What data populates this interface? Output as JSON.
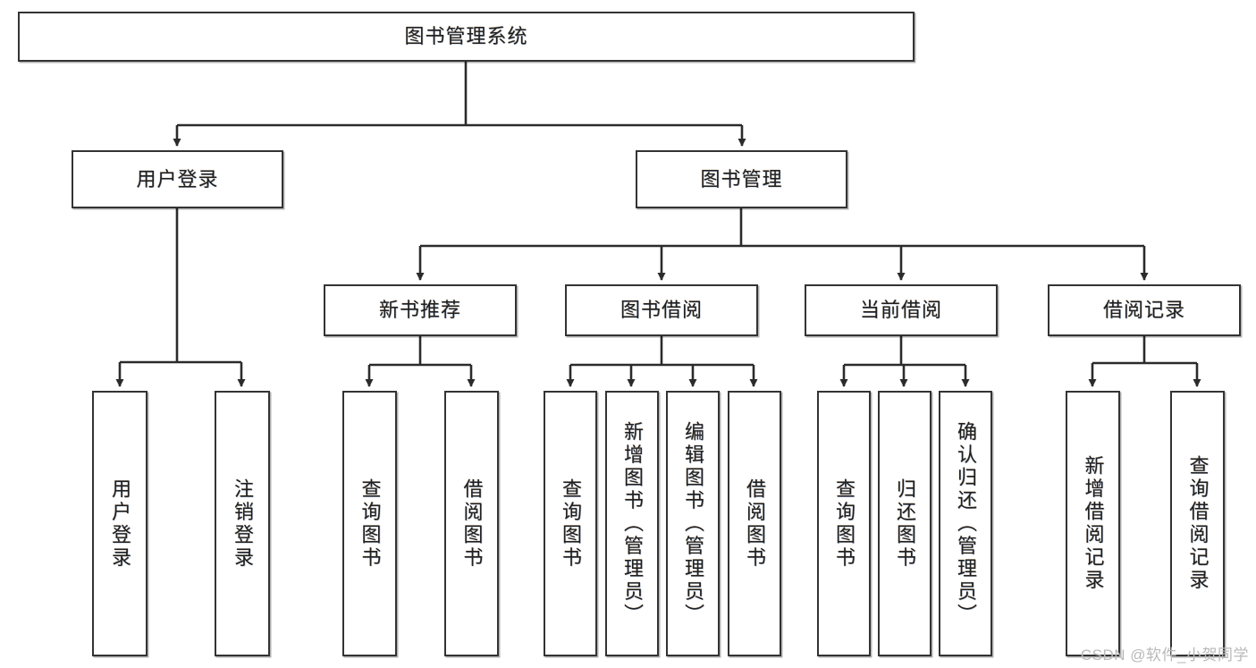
{
  "diagram": {
    "type": "tree-hierarchy",
    "title_node": "图书管理系统",
    "orientation": "top-down",
    "watermark": "CSDN @软件_小贺同学",
    "colors": {
      "box_border": "#333333",
      "box_fill": "#ffffff",
      "edge": "#2b2b2b",
      "text": "#1f1f1f",
      "watermark": "#b9b9b9",
      "background": "#ffffff"
    },
    "nodes": {
      "root": {
        "label": "图书管理系统"
      },
      "level2": [
        {
          "id": "user-login",
          "label": "用户登录"
        },
        {
          "id": "book-management",
          "label": "图书管理"
        }
      ],
      "level3": [
        {
          "id": "new-book-recommend",
          "label": "新书推荐"
        },
        {
          "id": "book-borrow",
          "label": "图书借阅"
        },
        {
          "id": "current-borrow",
          "label": "当前借阅"
        },
        {
          "id": "borrow-record",
          "label": "借阅记录"
        }
      ],
      "leaves": {
        "user_login": [
          {
            "id": "user-login-leaf",
            "label": "用户登录"
          },
          {
            "id": "logout-leaf",
            "label": "注销登录"
          }
        ],
        "new_book_recommend": [
          {
            "id": "query-book-1",
            "label": "查询图书"
          },
          {
            "id": "borrow-book-1",
            "label": "借阅图书"
          }
        ],
        "book_borrow": [
          {
            "id": "query-book-2",
            "label": "查询图书"
          },
          {
            "id": "add-book",
            "label": "新增图书（管理员）"
          },
          {
            "id": "edit-book",
            "label": "编辑图书（管理员）"
          },
          {
            "id": "borrow-book-2",
            "label": "借阅图书"
          }
        ],
        "current_borrow": [
          {
            "id": "query-book-3",
            "label": "查询图书"
          },
          {
            "id": "return-book",
            "label": "归还图书"
          },
          {
            "id": "confirm-return",
            "label": "确认归还（管理员）"
          }
        ],
        "borrow_record": [
          {
            "id": "add-borrow-record",
            "label": "新增借阅记录"
          },
          {
            "id": "query-borrow-record",
            "label": "查询借阅记录"
          }
        ]
      }
    }
  }
}
